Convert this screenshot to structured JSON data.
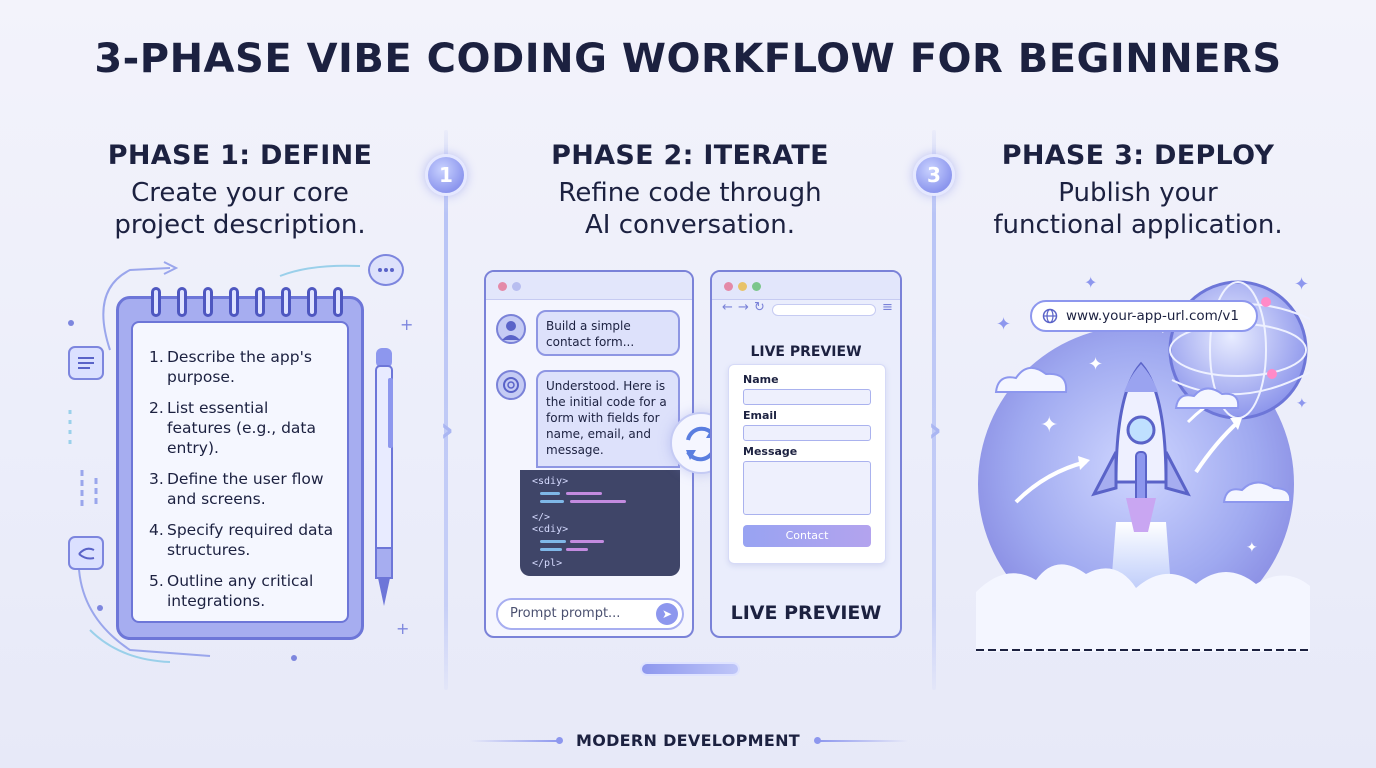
{
  "title": "3-PHASE VIBE CODING WORKFLOW FOR BEGINNERS",
  "phases": [
    {
      "title": "PHASE 1: DEFINE",
      "subtitle": "Create your core\nproject description."
    },
    {
      "title": "PHASE 2: ITERATE",
      "subtitle": "Refine code through\nAI conversation."
    },
    {
      "title": "PHASE 3: DEPLOY",
      "subtitle": "Publish your\nfunctional application."
    }
  ],
  "badges": [
    "1",
    "3"
  ],
  "steps": [
    {
      "num": "1.",
      "text": "Describe the app's purpose."
    },
    {
      "num": "2.",
      "text": "List essential features (e.g., data entry)."
    },
    {
      "num": "3.",
      "text": "Define the user flow and screens."
    },
    {
      "num": "4.",
      "text": "Specify required data structures."
    },
    {
      "num": "5.",
      "text": "Outline any critical integrations."
    }
  ],
  "chat": {
    "user_message": "Build a simple\ncontact form...",
    "ai_message": "Understood. Here is\nthe initial code for a\nform with fields for\nname, email, and\nmessage.",
    "code_lines": [
      "<sdiy>",
      "</>",
      "<cdiy>",
      "</pl>"
    ],
    "prompt_placeholder": "Prompt prompt..."
  },
  "preview": {
    "label_top": "LIVE PREVIEW",
    "fields": [
      "Name",
      "Email",
      "Message"
    ],
    "button": "Contact",
    "label_bottom": "LIVE PREVIEW"
  },
  "deploy": {
    "url": "www.your-app-url.com/v1"
  },
  "footer": "MODERN DEVELOPMENT",
  "colors": {
    "accent": "#8d97ee",
    "dark": "#1c2140",
    "panel": "#a6adf0"
  }
}
